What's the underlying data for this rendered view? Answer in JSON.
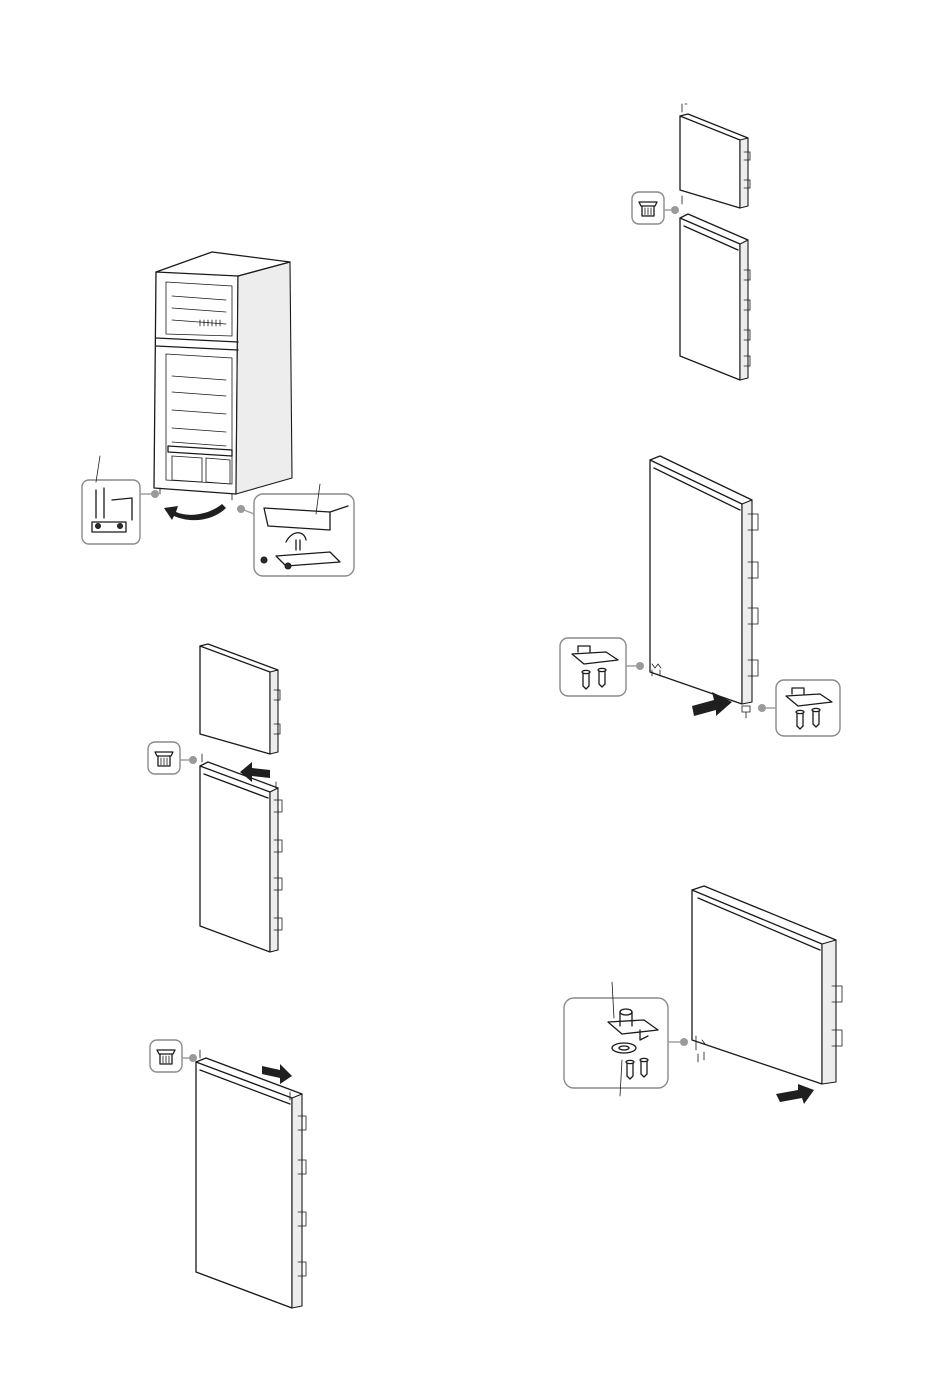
{
  "colors": {
    "line": "#1a1a1a",
    "callout_border": "#8a8a8a",
    "connector": "#9a9a9a",
    "arrow": "#1f1f1f",
    "background": "#ffffff"
  },
  "figures": [
    {
      "id": "fridge-open-hinge-removal",
      "parts": [
        "fridge-body",
        "callout-left-hinge",
        "callout-right-hinge",
        "curved-arrow"
      ]
    },
    {
      "id": "top-door-stacked-exploded",
      "parts": [
        "freezer-door",
        "fridge-door",
        "hinge-pin-callout"
      ]
    },
    {
      "id": "door-slide-arrow-left",
      "parts": [
        "freezer-door",
        "fridge-door",
        "hinge-pin-callout",
        "push-arrow"
      ]
    },
    {
      "id": "door-slide-arrow-right",
      "parts": [
        "fridge-door",
        "hinge-pin-callout",
        "pull-arrow"
      ]
    },
    {
      "id": "door-bottom-hinges",
      "parts": [
        "fridge-door",
        "left-hinge-callout",
        "right-hinge-callout",
        "push-arrow"
      ]
    },
    {
      "id": "door-middle-hinge",
      "parts": [
        "freezer-door",
        "middle-hinge-callout",
        "push-arrow"
      ]
    }
  ]
}
